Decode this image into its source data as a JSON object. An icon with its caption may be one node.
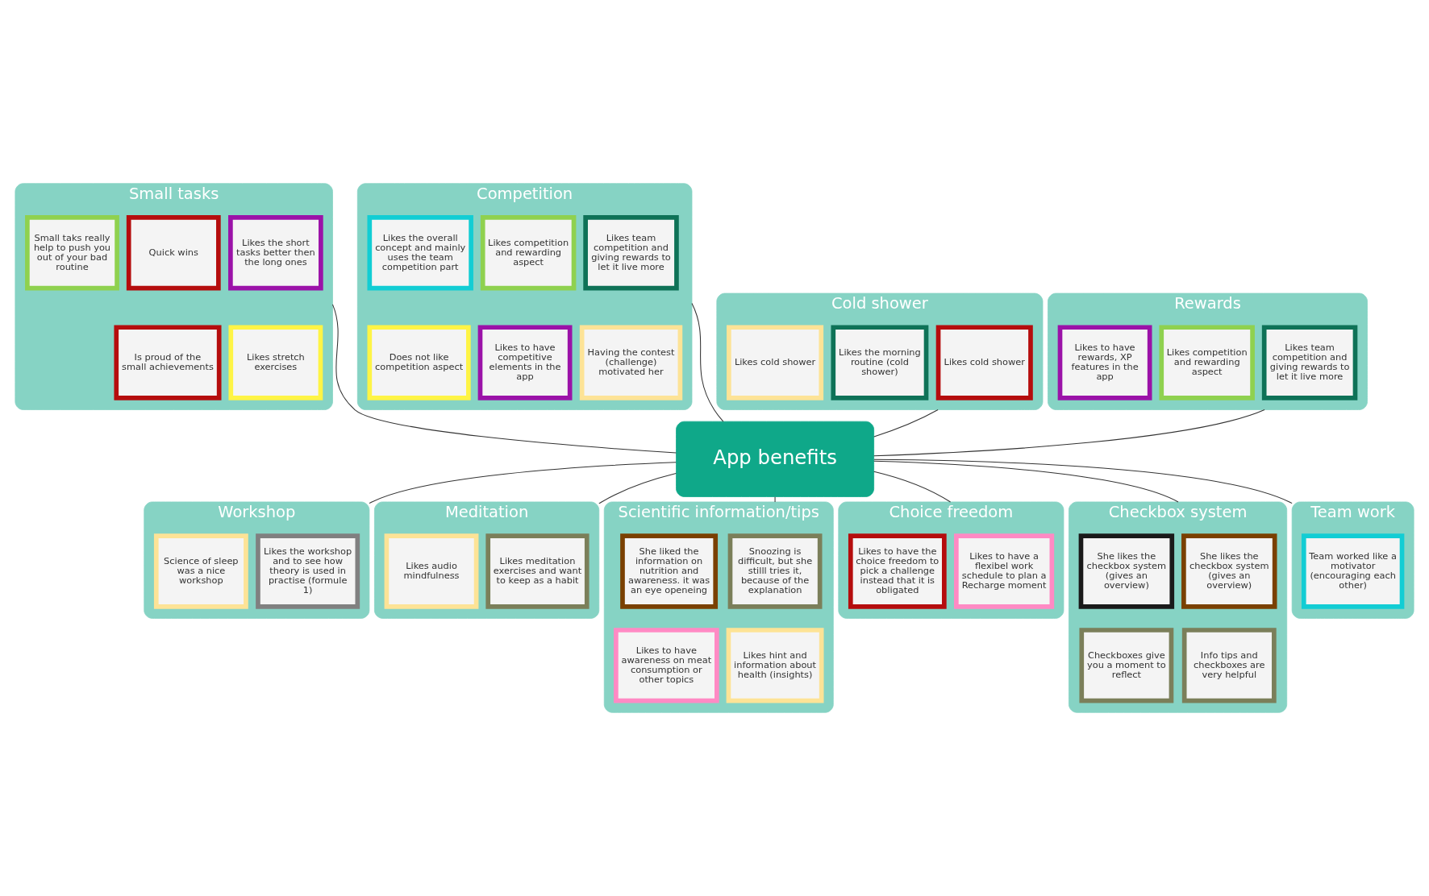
{
  "diagram": {
    "nodes": [
      {
        "text": [
          "App benefits"
        ]
      },
      {
        "text": [
          "Small tasks"
        ]
      },
      {
        "text": [
          "Likes the short tasks better then the long ones"
        ],
        "in": 1
      },
      {
        "text": [
          "Quick wins"
        ],
        "in": 1
      },
      {
        "text": [
          "Small taks really help to push you out of your bad routine"
        ],
        "in": 1
      },
      {
        "text": [
          "Likes stretch exercises"
        ],
        "in": 1
      },
      {
        "text": [
          "Is proud of the small achievements"
        ],
        "in": 1
      },
      {
        "text": [
          "Competition"
        ]
      },
      {
        "text": [
          "Likes team competition and giving rewards to let it live more"
        ],
        "in": 7
      },
      {
        "text": [
          "Likes competition and rewarding aspect"
        ],
        "in": 7
      },
      {
        "text": [
          "Likes the overall concept and mainly uses the team competition part"
        ],
        "in": 7
      },
      {
        "text": [
          "Having the contest (challenge) motivated her"
        ],
        "in": 7
      },
      {
        "text": [
          "Likes to have competitive elements in the app"
        ],
        "in": 7
      },
      {
        "text": [
          "Does not like competition aspect"
        ],
        "in": 7
      },
      {
        "text": [
          "Cold shower"
        ]
      },
      {
        "text": [
          "Likes cold shower"
        ],
        "in": 14
      },
      {
        "text": [
          "Likes the morning routine (cold shower)"
        ],
        "in": 14
      },
      {
        "text": [
          "Likes cold shower"
        ],
        "in": 14
      },
      {
        "text": [
          "Rewards"
        ]
      },
      {
        "text": [
          "Likes team competition and giving rewards to let it live more"
        ],
        "in": 18
      },
      {
        "text": [
          "Likes competition and rewarding aspect"
        ],
        "in": 18
      },
      {
        "text": [
          "Likes to have rewards, XP features in the app"
        ],
        "in": 18
      },
      {
        "text": [
          "Workshop"
        ]
      },
      {
        "text": [
          "Likes the workshop and to see how theory is used in practise (formule 1)"
        ],
        "in": 22
      },
      {
        "text": [
          "Science of sleep was a nice workshop"
        ],
        "in": 22
      },
      {
        "text": [
          "Meditation"
        ]
      },
      {
        "text": [
          "Likes meditation exercises and want to keep as a habit"
        ],
        "in": 25
      },
      {
        "text": [
          "Likes audio mindfulness"
        ],
        "in": 25
      },
      {
        "text": [
          "Scientific information/tips"
        ]
      },
      {
        "text": [
          "Snoozing is difficult, but she stilll tries it, because of the explanation"
        ],
        "in": 28
      },
      {
        "text": [
          "She liked the information on nutrition and awareness. it was an eye openeing"
        ],
        "in": 28
      },
      {
        "text": [
          "Likes hint and information about health (insights)"
        ],
        "in": 28
      },
      {
        "text": [
          "Likes to have awareness on meat consumption or other topics"
        ],
        "in": 28
      },
      {
        "text": [
          "Choice freedom"
        ]
      },
      {
        "text": [
          "Likes to have a flexibel work schedule to plan a Recharge moment"
        ],
        "in": 33
      },
      {
        "text": [
          "Likes to have the choice freedom to pick a challenge instead that it is obligated"
        ],
        "in": 33
      },
      {
        "text": [
          "Checkbox system"
        ]
      },
      {
        "text": [
          "She likes the checkbox system (gives an overview)"
        ],
        "in": 36
      },
      {
        "text": [
          "She likes the checkbox system (gives an overview)"
        ],
        "in": 36
      },
      {
        "text": [
          "Info tips and checkboxes are very helpful"
        ],
        "in": 36
      },
      {
        "text": [
          "Checkboxes give you a moment to reflect"
        ],
        "in": 36
      },
      {
        "text": [
          "Team work"
        ]
      },
      {
        "text": [
          "Team worked like a motivator (encouraging each other)"
        ],
        "in": 41
      }
    ],
    "edges": [
      {
        "from": 0,
        "to": 1,
        "arrow": "none"
      },
      {
        "from": 0,
        "to": 7,
        "arrow": "none"
      },
      {
        "from": 0,
        "to": 14,
        "arrow": "none"
      },
      {
        "from": 0,
        "to": 18,
        "arrow": "none"
      },
      {
        "from": 0,
        "to": 22,
        "arrow": "none"
      },
      {
        "from": 0,
        "to": 25,
        "arrow": "none"
      },
      {
        "from": 0,
        "to": 28,
        "arrow": "none"
      },
      {
        "from": 0,
        "to": 33,
        "arrow": "none"
      },
      {
        "from": 0,
        "to": 36,
        "arrow": "none"
      },
      {
        "from": 0,
        "to": 41,
        "arrow": "none"
      }
    ]
  }
}
